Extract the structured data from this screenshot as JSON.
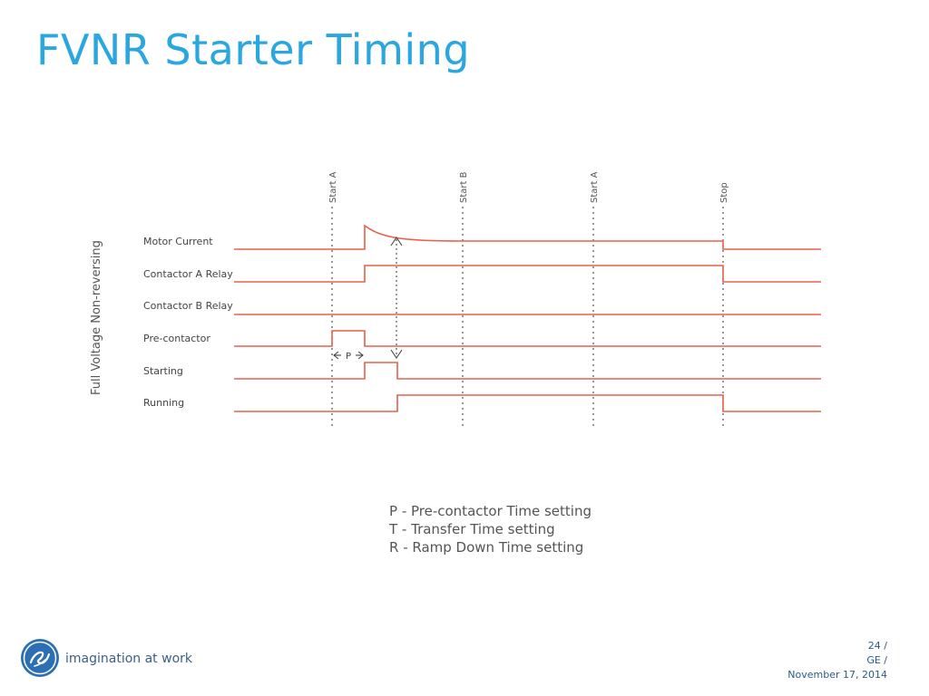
{
  "title": "FVNR Starter Timing",
  "diagram": {
    "side_label": "Full Voltage Non-reversing",
    "events": [
      "Start A",
      "Start B",
      "Start A",
      "Stop"
    ],
    "signals": [
      "Motor Current",
      "Contactor A Relay",
      "Contactor B Relay",
      "Pre-contactor",
      "Starting",
      "Running"
    ],
    "interval_label": "P"
  },
  "legend": [
    "P - Pre-contactor Time setting",
    "T - Transfer Time setting",
    "R - Ramp Down Time setting"
  ],
  "footer": {
    "logo": "ge-logo",
    "tagline": "imagination at work",
    "page": "24 /",
    "org": "GE /",
    "date": "November 17, 2014"
  },
  "colors": {
    "title": "#2aa6e0",
    "trace": "#e8604c",
    "marker": "#555555"
  }
}
